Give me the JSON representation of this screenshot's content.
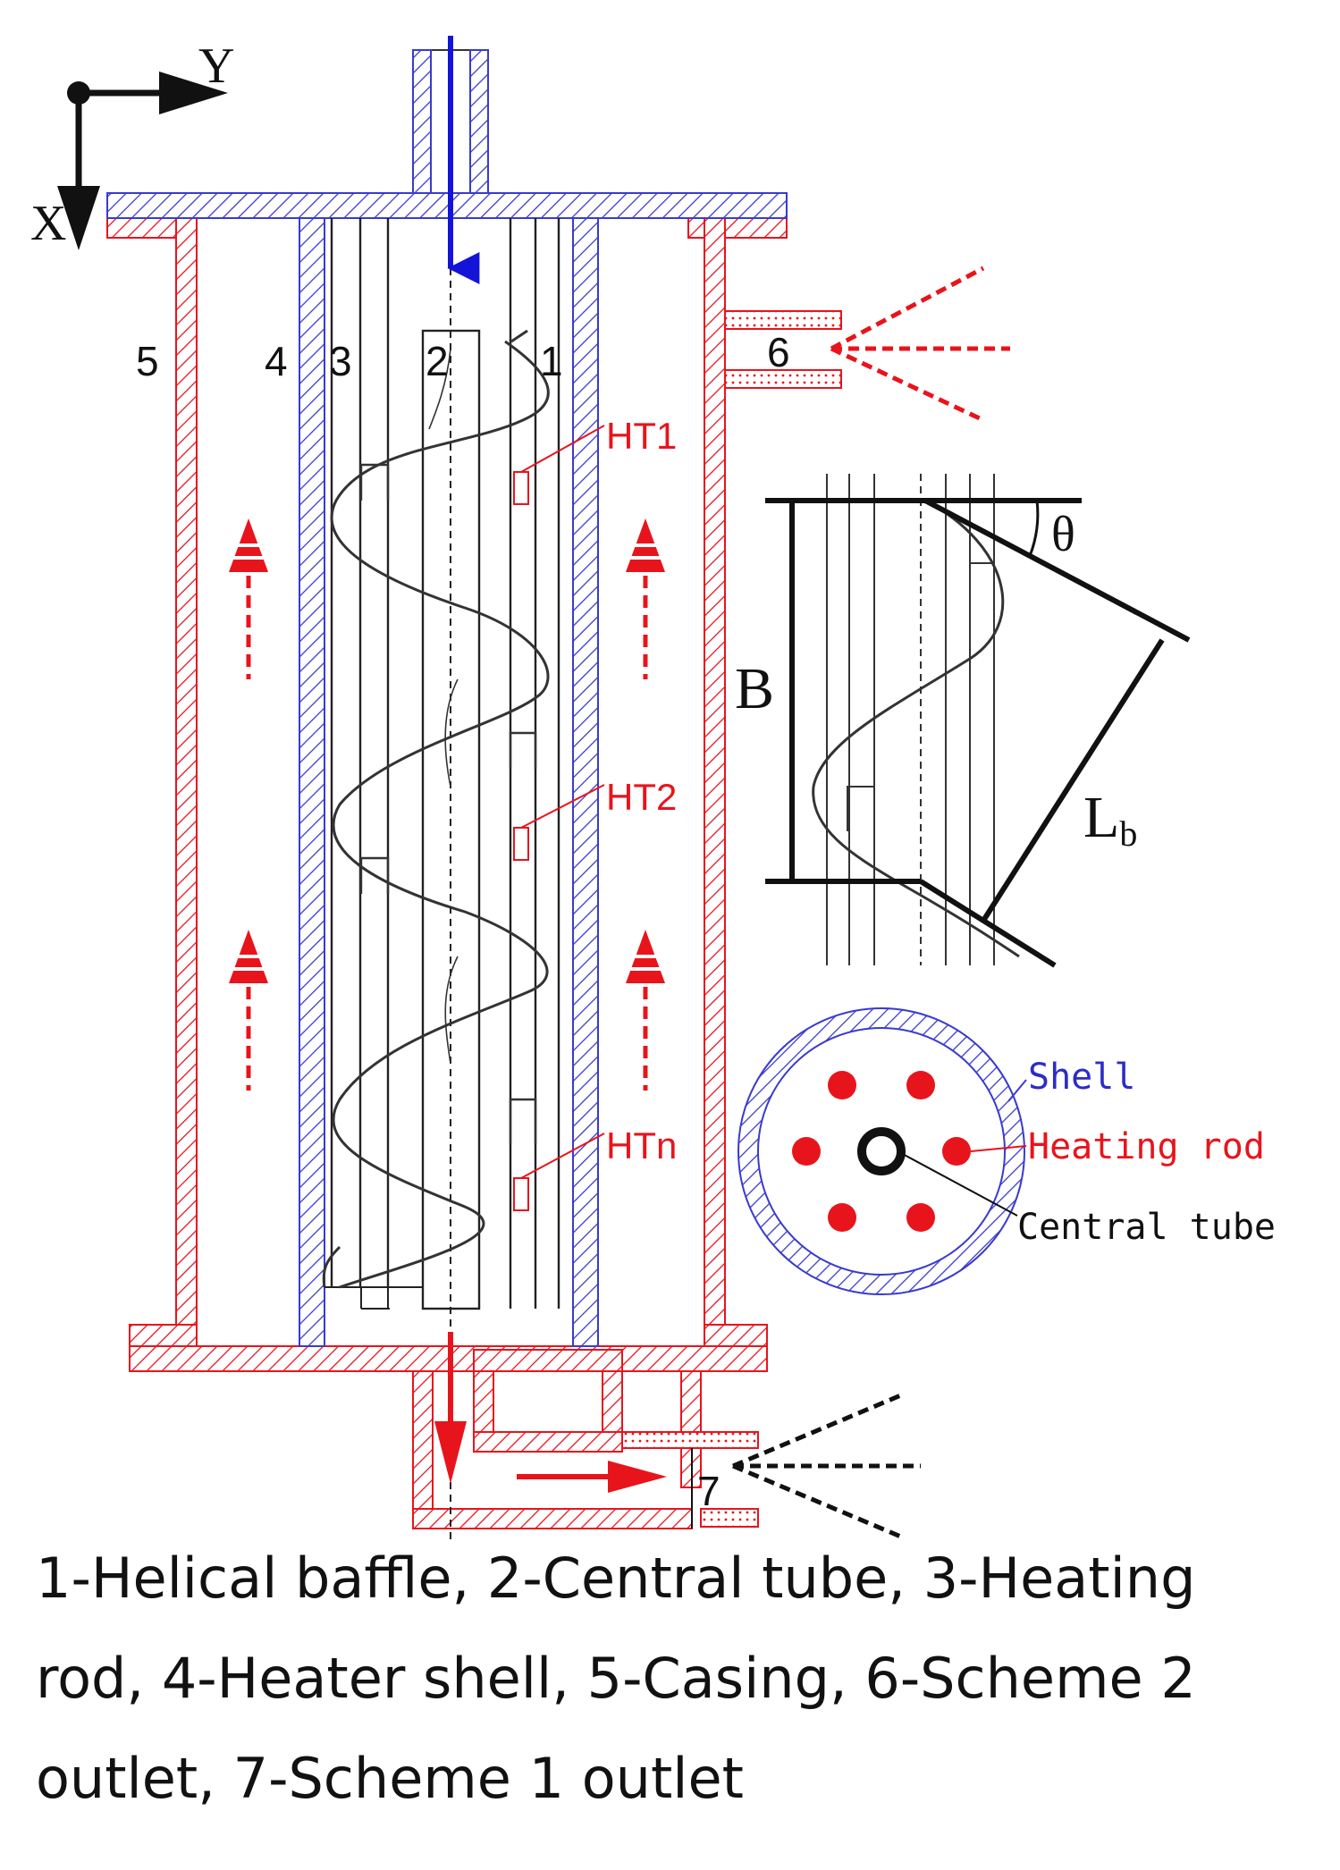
{
  "axes": {
    "x": "X",
    "y": "Y"
  },
  "component_numbers": [
    "5",
    "4",
    "3",
    "2",
    "1",
    "6",
    "7"
  ],
  "sensors": [
    "HT1",
    "HT2",
    "HTn"
  ],
  "detail": {
    "pitch": "B",
    "length_main": "L",
    "length_sub": "b",
    "angle": "θ"
  },
  "cross_section": {
    "shell": "Shell",
    "heating_rod": "Heating rod",
    "central_tube": "Central tube"
  },
  "caption": "1-Helical baffle, 2-Central tube, 3-Heating rod, 4-Heater shell, 5-Casing, 6-Scheme 2 outlet, 7-Scheme 1 outlet",
  "colors": {
    "blue": "#2c2cc8",
    "red": "#e8141c",
    "black": "#111111"
  }
}
